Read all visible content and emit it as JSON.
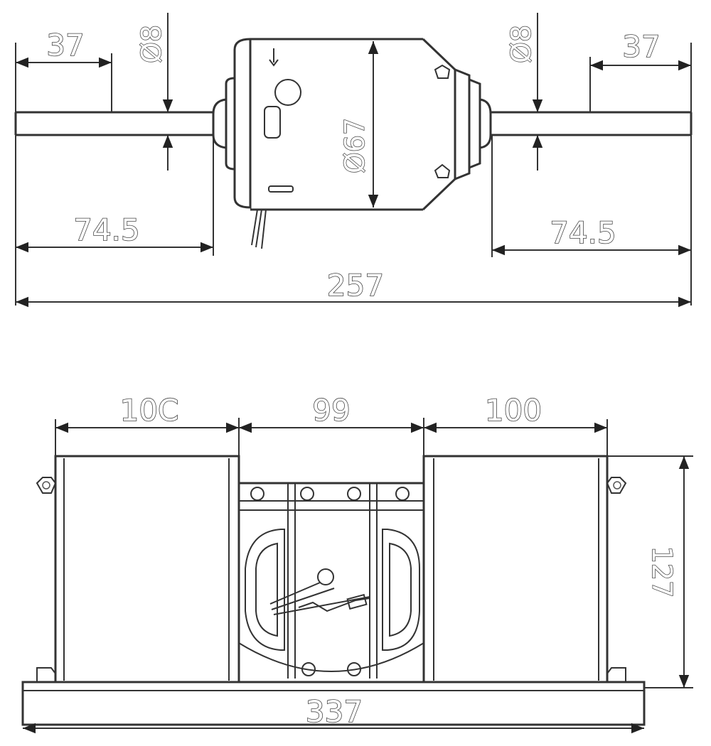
{
  "top_view": {
    "dim_left_shaft_end": "37",
    "dim_left_shaft_dia": "Ø8",
    "dim_right_shaft_dia": "Ø8",
    "dim_right_shaft_end": "37",
    "dim_motor_dia": "Ø67",
    "dim_left_shaft_length": "74.5",
    "dim_right_shaft_length": "74.5",
    "dim_overall_length": "257"
  },
  "bottom_view": {
    "dim_left_housing_width": "10C",
    "dim_middle_width": "99",
    "dim_right_housing_width": "100",
    "dim_height": "127",
    "dim_overall_width": "337"
  }
}
